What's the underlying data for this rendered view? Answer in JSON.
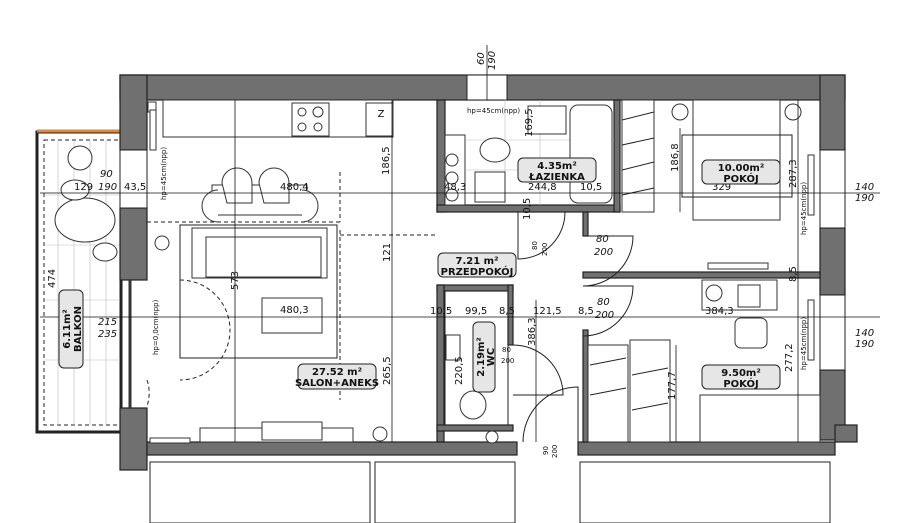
{
  "rooms": {
    "lazienka": {
      "area": "4.35m²",
      "name": "ŁAZIENKA"
    },
    "pokoj1": {
      "area": "10.00m²",
      "name": "POKÓJ"
    },
    "przedpokoj": {
      "area": "7.21 m²",
      "name": "PRZEDPOKÓJ"
    },
    "salon": {
      "area": "27.52 m²",
      "name": "SALON+ANEKS"
    },
    "balkon": {
      "area": "6.11m²",
      "name": "BALKON"
    },
    "wc": {
      "area": "2.19m²",
      "name": "WC"
    },
    "pokoj2": {
      "area": "9.50m²",
      "name": "POKÓJ"
    }
  },
  "fridge_label": "Z",
  "dimensions": {
    "kitchen_depth": "186,5",
    "kitchen_width": "480,4",
    "balcony_width": "129",
    "wall_left": "43,5",
    "win_left_w": "90",
    "win_left_h": "190",
    "hp_left": "hp=45cm(npp)",
    "passage": "121",
    "salon_depth": "573",
    "duct": "48,3",
    "bath_width": "244,8",
    "bath_wall": "10,5",
    "bed1_width": "329",
    "bed1_len": "186,8",
    "bed1_depth": "287,3",
    "bath_depth": "169,5",
    "bath_wall_v": "10,5",
    "door_bath_w": "80",
    "door_bath_h": "200",
    "door_bed1_w": "80",
    "door_bed1_h": "200",
    "win_r1_w": "140",
    "win_r1_h": "190",
    "win_top_w": "60",
    "win_top_h": "190",
    "hp_bath": "hp=45cm(npp)",
    "hp_bed1": "hp=45cm(npp)",
    "balcony_len": "474",
    "balcony_door_w": "215",
    "balcony_door_h": "235",
    "hp_balcony": "hp=0,0cm(npp)",
    "salon_width": "480,3",
    "salon_side": "265,5",
    "wall_a": "10,5",
    "wc_width": "99,5",
    "wall_b": "8,5",
    "hall_width": "121,5",
    "wall_c": "8,5",
    "bed2_width": "384,3",
    "hall_depth": "386,3",
    "wc_depth": "220,5",
    "door_wc_w": "80",
    "door_wc_h": "200",
    "door_bed2_w": "80",
    "door_bed2_h": "200",
    "wardrobe": "177,7",
    "bed2_depth": "277,2",
    "win_r2_w": "140",
    "win_r2_h": "190",
    "hp_bed2": "hp=45cm(npp)",
    "wall_bed": "8,5",
    "entry_w": "90",
    "entry_h": "200"
  }
}
